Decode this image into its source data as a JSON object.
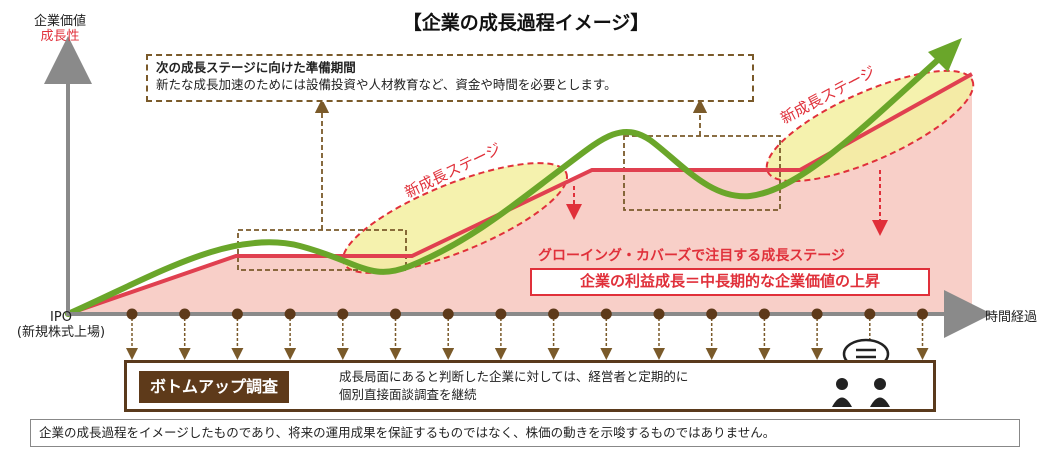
{
  "title": "【企業の成長過程イメージ】",
  "y_axis": {
    "line1": "企業価値",
    "line2": "成長性"
  },
  "x_axis": {
    "label": "時間経過"
  },
  "ipo": {
    "line1": "IPO",
    "line2": "(新規株式上場)"
  },
  "prep_note": {
    "heading": "次の成長ステージに向けた準備期間",
    "body": "新たな成長加速のためには設備投資や人材教育など、資金や時間を必要とします。"
  },
  "growth_stage_label": "新成長ステージ",
  "focus_label": "グローイング・カバーズで注目する成長ステージ",
  "equation": "企業の利益成長＝中長期的な企業価値の上昇",
  "bottomup": {
    "button": "ボトムアップ調査",
    "line1": "成長局面にあると判断した企業に対しては、経営者と定期的に",
    "line2": "個別直接面談調査を継続"
  },
  "disclaimer": "企業の成長過程をイメージしたものであり、将来の運用成果を保証するものではなく、株価の動きを示唆するものではありません。",
  "colors": {
    "accent_red": "#e0303a",
    "green": "#6aa62a",
    "brown": "#5e3a1a",
    "pink_fill": "#f8cfc8",
    "yellow_ellipse": "#f3f0a0"
  },
  "icons": [
    "speech-bubble-icon",
    "people-icon"
  ]
}
